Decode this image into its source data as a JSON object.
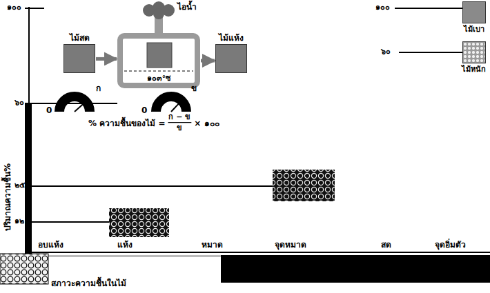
{
  "diagram": {
    "nodes": [
      {
        "text": [
          "ไม้สด"
        ]
      },
      {
        "text": [
          "๑๐๓°ซ"
        ]
      },
      {
        "text": [
          "ไม้แห้ง"
        ]
      },
      {
        "text": [
          "ไม้เบา"
        ]
      },
      {
        "text": [
          "ไม้หนัก"
        ]
      }
    ],
    "edges": [
      {
        "from": 0,
        "to": 1,
        "arrow": "to"
      },
      {
        "from": 1,
        "to": 2,
        "arrow": "to"
      }
    ],
    "labels": [
      "ไอน้ำ",
      "ก",
      "0",
      "ข",
      "0",
      "% ความชื้นของไม้ =",
      "ก − ข",
      "ข",
      "× ๑๐๐",
      "ปริมาณความชื้น%",
      "๑๐๐",
      "๖๐",
      "๒๕",
      "๑๒",
      "๑๐๐",
      "๖๐",
      "อบแห้ง",
      "แห้ง",
      "หมาด",
      "จุดหมาด",
      "สด",
      "จุดอิ่มตัว",
      "สภาวะความชื้นในไม้"
    ]
  }
}
